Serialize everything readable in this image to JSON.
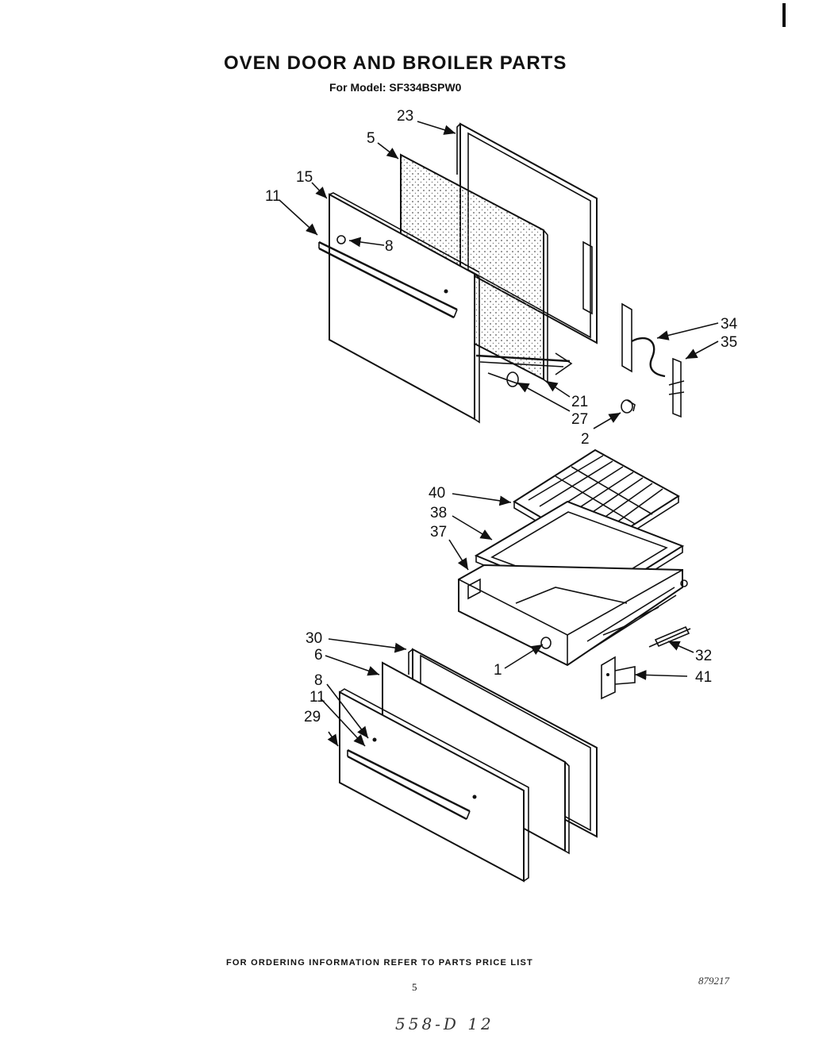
{
  "header": {
    "title": "OVEN DOOR AND BROILER PARTS",
    "model": "For Model: SF334BSPW0"
  },
  "callouts": [
    {
      "id": "c23",
      "label": "23"
    },
    {
      "id": "c5",
      "label": "5"
    },
    {
      "id": "c15",
      "label": "15"
    },
    {
      "id": "c11",
      "label": "11"
    },
    {
      "id": "c8",
      "label": "8"
    },
    {
      "id": "c34",
      "label": "34"
    },
    {
      "id": "c35",
      "label": "35"
    },
    {
      "id": "c21",
      "label": "21"
    },
    {
      "id": "c27",
      "label": "27"
    },
    {
      "id": "c2",
      "label": "2"
    },
    {
      "id": "c40",
      "label": "40"
    },
    {
      "id": "c38",
      "label": "38"
    },
    {
      "id": "c37",
      "label": "37"
    },
    {
      "id": "c30",
      "label": "30"
    },
    {
      "id": "c6",
      "label": "6"
    },
    {
      "id": "c8b",
      "label": "8"
    },
    {
      "id": "c11b",
      "label": "11"
    },
    {
      "id": "c29",
      "label": "29"
    },
    {
      "id": "c1",
      "label": "1"
    },
    {
      "id": "c32",
      "label": "32"
    },
    {
      "id": "c41",
      "label": "41"
    }
  ],
  "footer": {
    "ordering_note": "FOR ORDERING INFORMATION REFER TO PARTS PRICE LIST",
    "page_number": "5",
    "doc_number": "879217",
    "handwritten_note": "558-D 12"
  }
}
